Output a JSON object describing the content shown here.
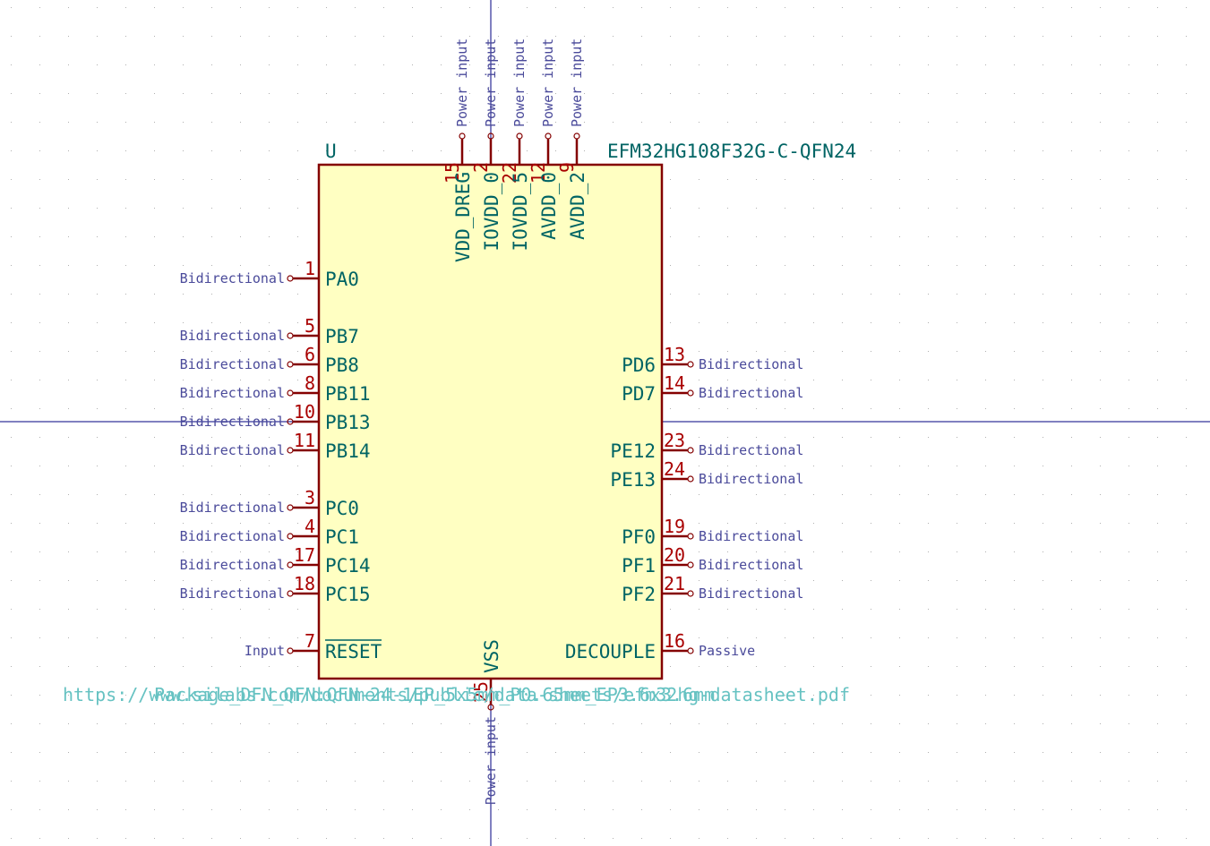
{
  "component": {
    "reference": "U",
    "value": "EFM32HG108F32G-C-QFN24",
    "footprint": "Package_DFN_QFN:QFN-24-1EP_5x5mm_P0.65mm_EP3.6x3.6mm",
    "datasheet": "https://www.silabs.com/documents/public/data-sheets/efm32hg-datasheet.pdf"
  },
  "colors": {
    "body_fill": "#ffffc2",
    "body_outline": "#840000",
    "pin_line": "#840000",
    "pin_number": "#a90000",
    "pin_name": "#006464",
    "pin_type": "#4a4a9a",
    "field_text": "#006464",
    "field_faded": "#66c2c2",
    "axis": "#000080",
    "grid_dot": "#b0b0b0"
  },
  "pins": {
    "left": [
      {
        "number": "1",
        "name": "PA0",
        "type": "Bidirectional"
      },
      {
        "number": "5",
        "name": "PB7",
        "type": "Bidirectional"
      },
      {
        "number": "6",
        "name": "PB8",
        "type": "Bidirectional"
      },
      {
        "number": "8",
        "name": "PB11",
        "type": "Bidirectional"
      },
      {
        "number": "10",
        "name": "PB13",
        "type": "Bidirectional"
      },
      {
        "number": "11",
        "name": "PB14",
        "type": "Bidirectional"
      },
      {
        "number": "3",
        "name": "PC0",
        "type": "Bidirectional"
      },
      {
        "number": "4",
        "name": "PC1",
        "type": "Bidirectional"
      },
      {
        "number": "17",
        "name": "PC14",
        "type": "Bidirectional"
      },
      {
        "number": "18",
        "name": "PC15",
        "type": "Bidirectional"
      },
      {
        "number": "7",
        "name": "RESET",
        "type": "Input",
        "inverted": true
      }
    ],
    "right": [
      {
        "number": "13",
        "name": "PD6",
        "type": "Bidirectional"
      },
      {
        "number": "14",
        "name": "PD7",
        "type": "Bidirectional"
      },
      {
        "number": "23",
        "name": "PE12",
        "type": "Bidirectional"
      },
      {
        "number": "24",
        "name": "PE13",
        "type": "Bidirectional"
      },
      {
        "number": "19",
        "name": "PF0",
        "type": "Bidirectional"
      },
      {
        "number": "20",
        "name": "PF1",
        "type": "Bidirectional"
      },
      {
        "number": "21",
        "name": "PF2",
        "type": "Bidirectional"
      },
      {
        "number": "16",
        "name": "DECOUPLE",
        "type": "Passive"
      }
    ],
    "top": [
      {
        "number": "15",
        "name": "VDD_DREG",
        "type": "Power input"
      },
      {
        "number": "2",
        "name": "IOVDD_0",
        "type": "Power input"
      },
      {
        "number": "22",
        "name": "IOVDD_5",
        "type": "Power input"
      },
      {
        "number": "12",
        "name": "AVDD_0",
        "type": "Power input"
      },
      {
        "number": "9",
        "name": "AVDD_2",
        "type": "Power input"
      }
    ],
    "bottom": [
      {
        "number": "25",
        "name": "VSS",
        "type": "Power input"
      }
    ]
  }
}
